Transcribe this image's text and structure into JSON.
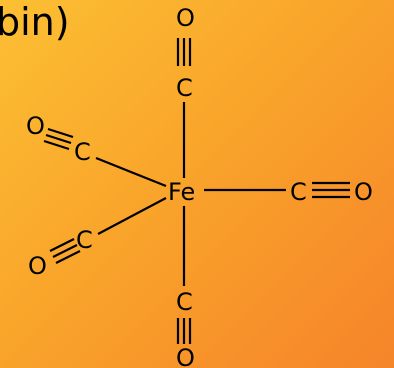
{
  "caption": "bin)",
  "molecule": {
    "center_label": "Fe",
    "ligand_c_label": "C",
    "ligand_o_label": "O"
  },
  "colors": {
    "background_light": "#fcbf33",
    "background_dark": "#f6852a",
    "ink": "#000000"
  }
}
